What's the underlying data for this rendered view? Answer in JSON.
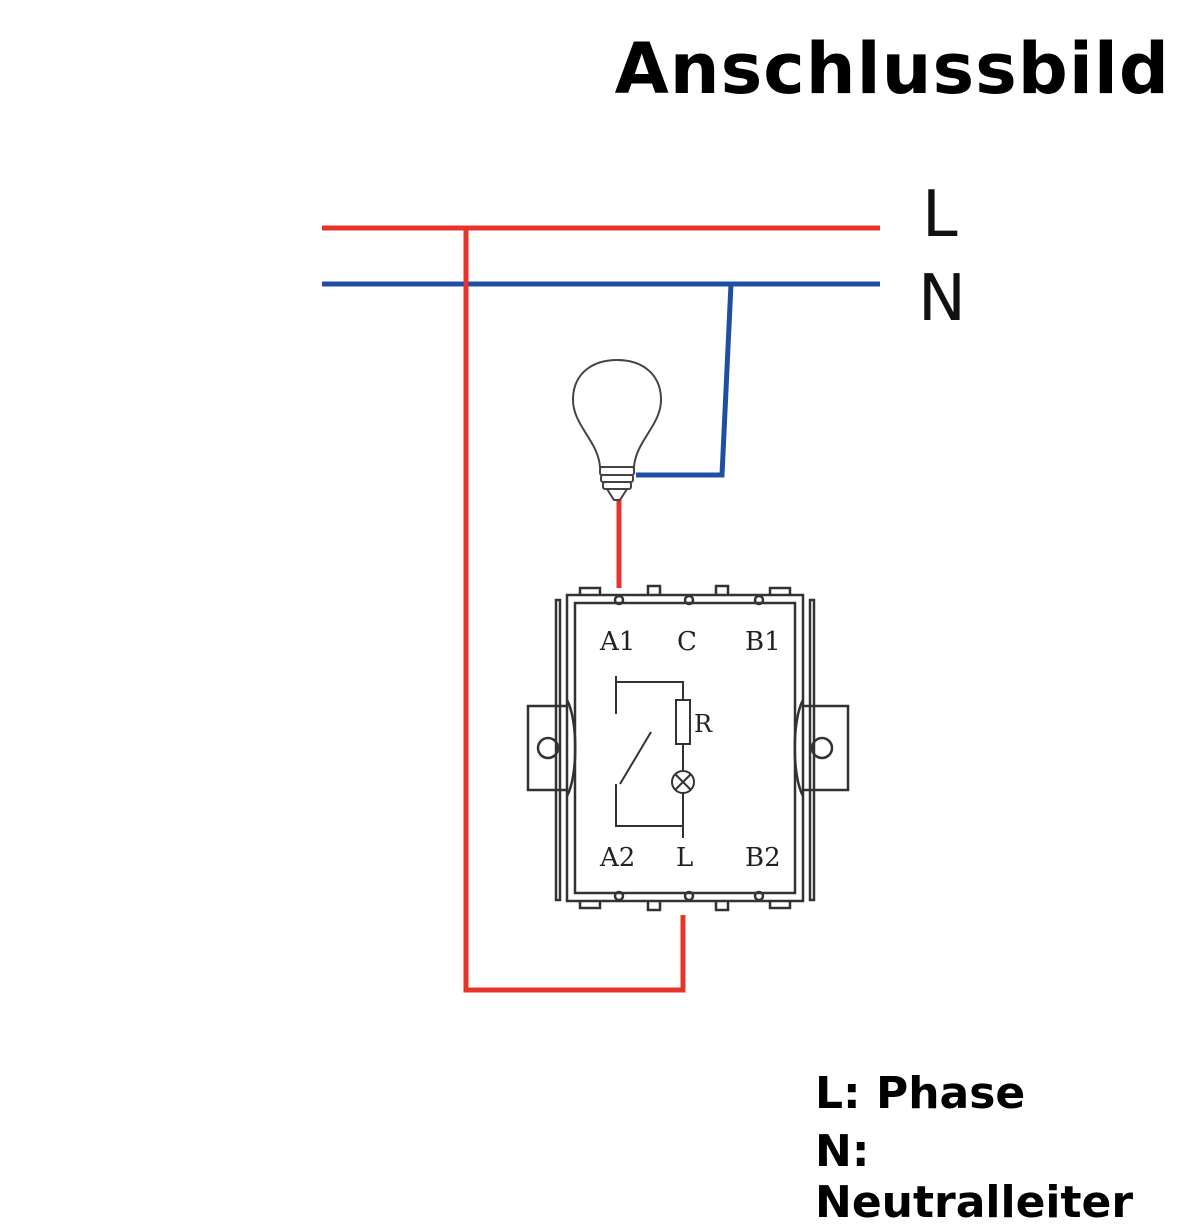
{
  "title": "Anschlussbild",
  "bus": {
    "phase_label": "L",
    "neutral_label": "N"
  },
  "switch": {
    "terminals_top": [
      "A1",
      "C",
      "B1"
    ],
    "terminals_bottom": [
      "A2",
      "L",
      "B2"
    ],
    "resistor_label": "R"
  },
  "legend": {
    "phase": "L: Phase",
    "neutral": "N: Neutralleiter"
  },
  "colors": {
    "phase": "#e8332b",
    "neutral": "#1f4fa3",
    "outline": "#333333"
  }
}
